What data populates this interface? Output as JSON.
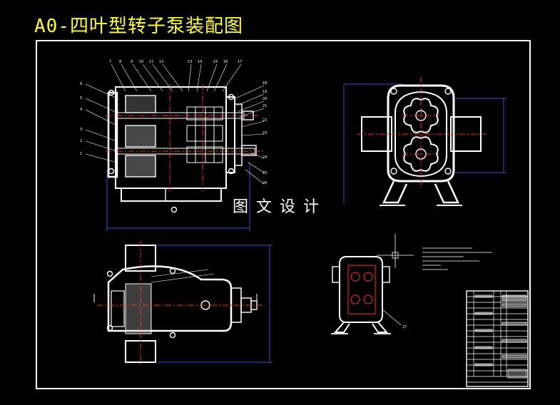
{
  "title": "A0-四叶型转子泵装配图",
  "watermark": "图文设计",
  "part_numbers_left": [
    "6",
    "5",
    "4",
    "3",
    "2",
    "1"
  ],
  "part_numbers_top": [
    "7",
    "8",
    "9",
    "10",
    "11",
    "12",
    "13",
    "14",
    "15",
    "16",
    "17"
  ],
  "part_numbers_right": [
    "18",
    "19",
    "20",
    "21",
    "22",
    "23",
    "24",
    "25",
    "26"
  ],
  "part_number_bottom_view": "27"
}
